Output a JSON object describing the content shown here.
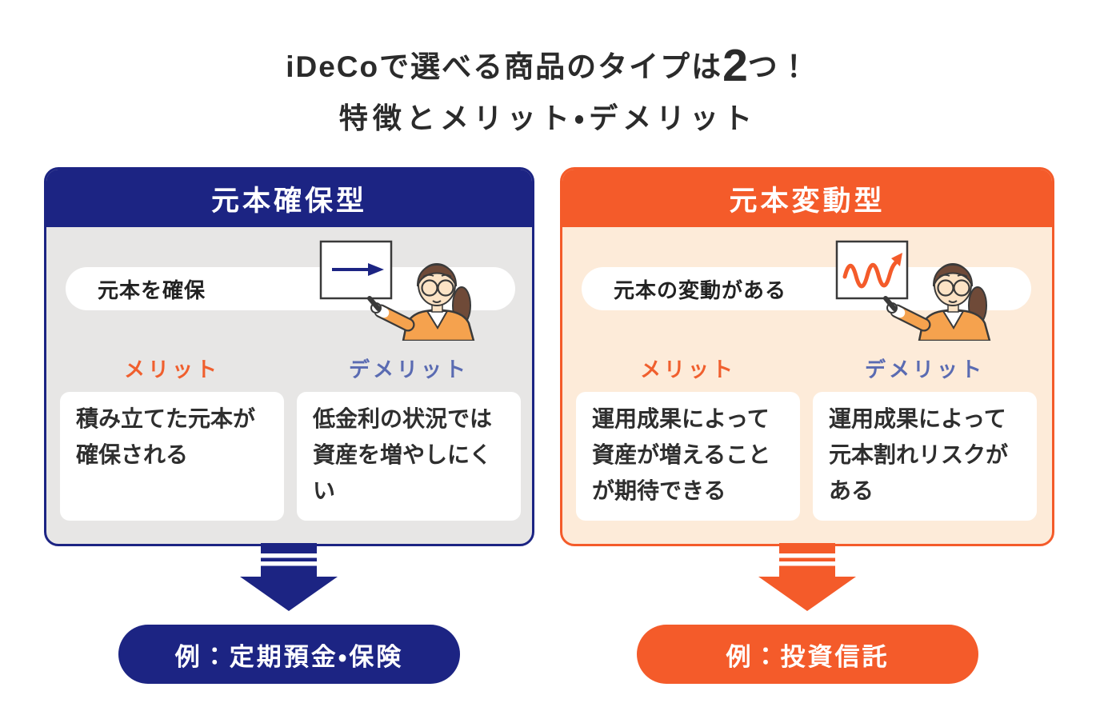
{
  "title": {
    "line1_prefix": "iDeCoで選べる商品のタイプは",
    "line1_big": "2",
    "line1_suffix": "つ！",
    "line2": "特徴とメリット・デメリット"
  },
  "colors": {
    "navy": "#1c2483",
    "orange": "#f45b2a",
    "left_body_bg": "#e7e6e5",
    "right_body_bg": "#fdebd9",
    "merit_label": "#f05f2e",
    "demerit_label": "#5a6bb2",
    "text": "#2b2b2b"
  },
  "cards": [
    {
      "id": "principal-guaranteed",
      "header": "元本確保型",
      "feature": "元本を確保",
      "board_icon": "straight-right-arrow",
      "illustration": "presenter-woman-with-whiteboard",
      "merit_label": "メリット",
      "demerit_label": "デメリット",
      "merit_lines": [
        "積み立てた元本が",
        "確保される"
      ],
      "demerit_lines": [
        "低金利の状況では",
        "資産を増やしにくい"
      ],
      "example": "例：定期預金・保険"
    },
    {
      "id": "principal-variable",
      "header": "元本変動型",
      "feature": "元本の変動がある",
      "board_icon": "wavy-rising-arrow",
      "illustration": "presenter-woman-with-whiteboard",
      "merit_label": "メリット",
      "demerit_label": "デメリット",
      "merit_lines": [
        "運用成果によって",
        "資産が増えること",
        "が期待できる"
      ],
      "demerit_lines": [
        "運用成果によって",
        "元本割れリスクが",
        "ある"
      ],
      "example": "例：投資信託"
    }
  ]
}
